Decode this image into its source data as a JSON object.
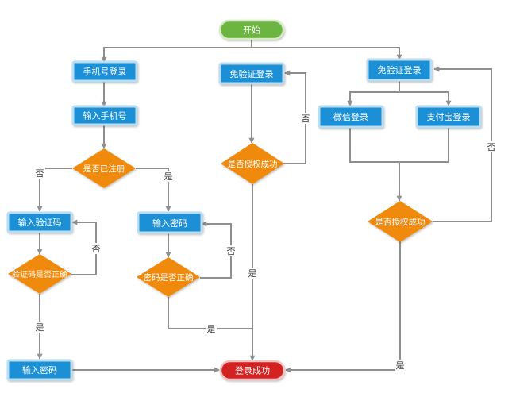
{
  "flowchart": {
    "nodes": {
      "start": "开始",
      "phone_login": "手机号登录",
      "enter_phone": "输入手机号",
      "is_registered": "是否已注册",
      "enter_code": "输入验证码",
      "code_correct": "验证码是否正确",
      "enter_pwd_a": "输入密码",
      "pwd_correct": "密码是否正确",
      "enter_pwd_b": "输入密码",
      "free_login_a": "免验证登录",
      "auth_ok_a": "是否授权成功",
      "free_login_b": "免验证登录",
      "wechat_login": "微信登录",
      "alipay_login": "支付宝登录",
      "auth_ok_b": "是否授权成功",
      "success": "登录成功"
    },
    "edge_labels": {
      "reg_no": "否",
      "reg_yes": "是",
      "code_no": "否",
      "code_yes": "是",
      "pwd_no": "否",
      "pwd_yes": "是",
      "auth_a_no": "否",
      "auth_a_yes": "是",
      "auth_b_no": "否",
      "auth_b_yes": "是"
    },
    "colors": {
      "process": "#1e90d6",
      "process_border": "#b9def4",
      "decision": "#f08a0a",
      "start": "#6cb53f",
      "end": "#d42323",
      "edge": "#8f8f8f"
    }
  }
}
